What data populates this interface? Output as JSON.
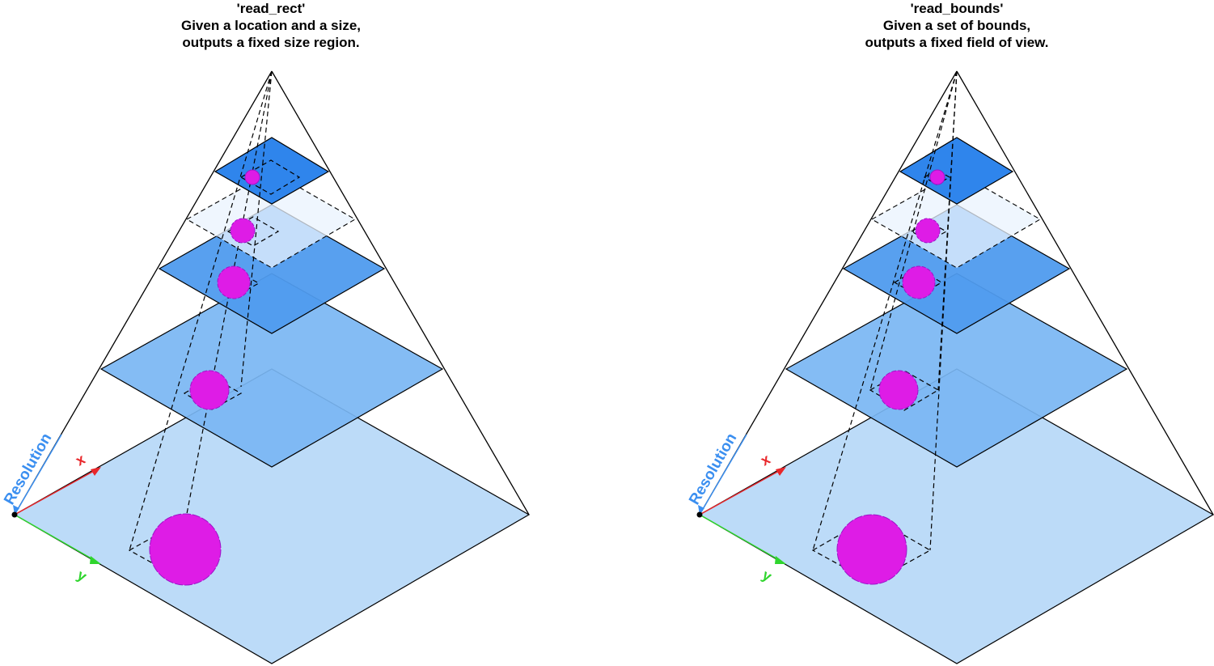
{
  "panels": [
    {
      "id": "read_rect",
      "title": "'read_rect'",
      "line1": "Given a location and a size,",
      "line2": "outputs a fixed size region."
    },
    {
      "id": "read_bounds",
      "title": "'read_bounds'",
      "line1": "Given a set of bounds,",
      "line2": "outputs a fixed field of view."
    }
  ],
  "axes": {
    "resolution": "Resolution",
    "x": "x",
    "y": "y"
  },
  "colors": {
    "level_0": "#bcdbf8",
    "level_1": "#7ab6f3",
    "level_2": "#4f9bee",
    "level_3_ghost": "#eaf3fd",
    "level_4": "#2f85ec",
    "blob": "#de1ce6",
    "blob_stroke": "#9b16c8",
    "resolution_axis": "#3b8ff0",
    "x_axis": "#e8262a",
    "y_axis": "#2fd52d"
  }
}
